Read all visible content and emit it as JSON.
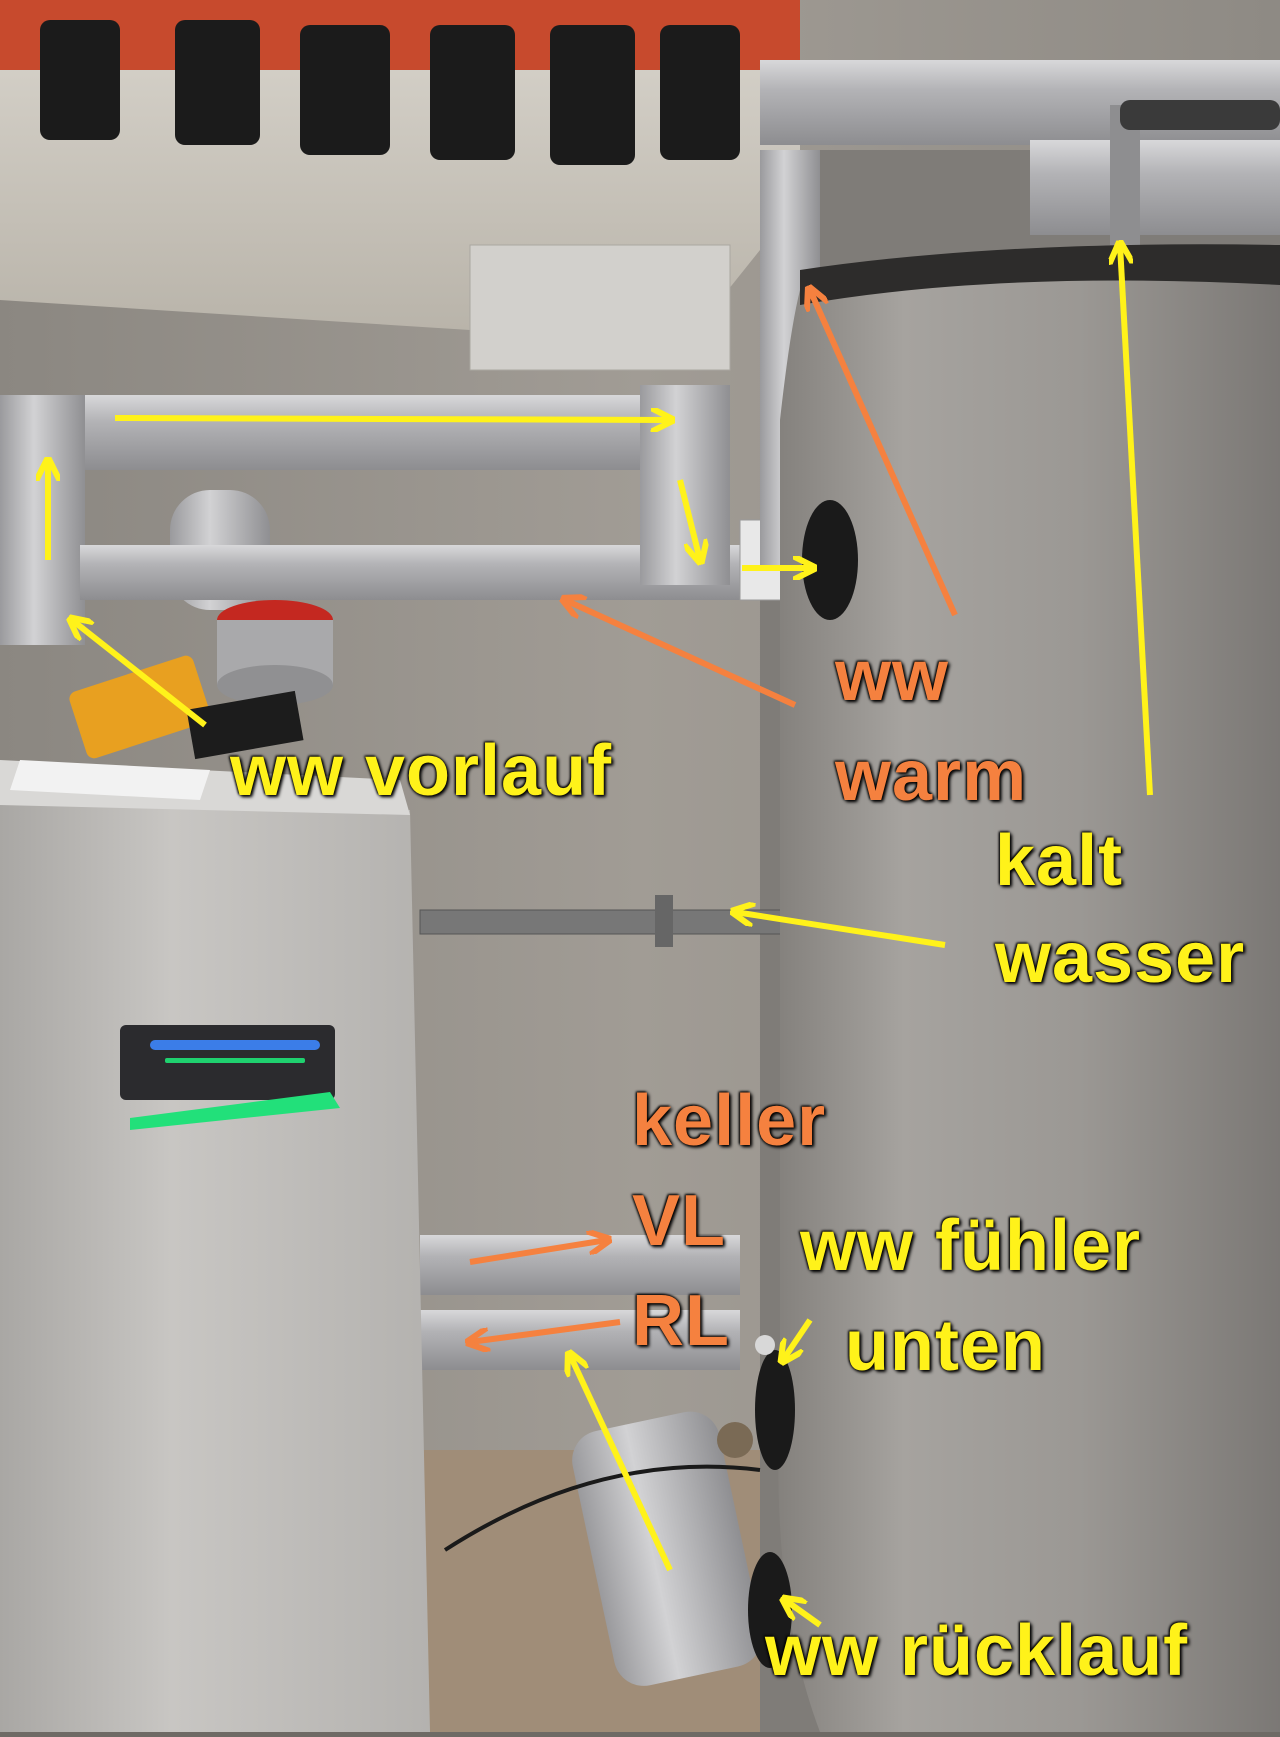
{
  "labels": {
    "ww_vorlauf": "ww vorlauf",
    "ww": "ww",
    "warm": "warm",
    "kalt": "kalt",
    "wasser": "wasser",
    "keller": "keller",
    "vl": "VL",
    "rl": "RL",
    "ww_fuehler": "ww fühler",
    "unten": "unten",
    "ww_ruecklauf": "ww rücklauf"
  },
  "colors": {
    "yellow_label": "#fff21a",
    "orange_label": "#f5813f"
  }
}
